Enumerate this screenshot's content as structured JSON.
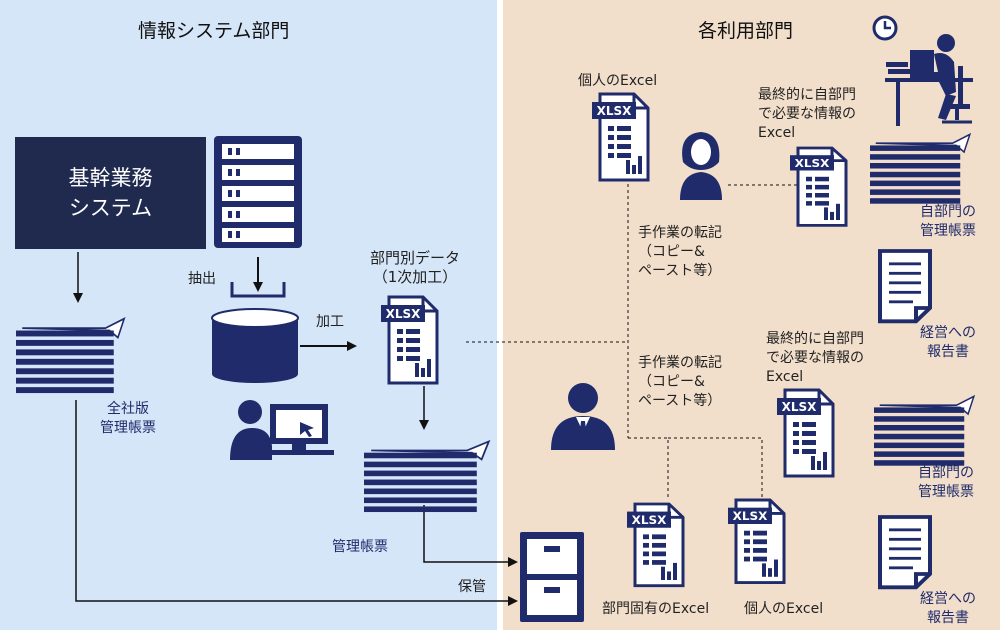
{
  "sections": {
    "left_title": "情報システム部門",
    "right_title": "各利用部門"
  },
  "core_system": {
    "line1": "基幹業務",
    "line2": "システム"
  },
  "labels": {
    "extract": "抽出",
    "process": "加工",
    "dept_data_line1": "部門別データ",
    "dept_data_line2": "（1次加工）",
    "companywide_line1": "全社版",
    "companywide_line2": "管理帳票",
    "mgmt_reports": "管理帳票",
    "storage": "保管",
    "personal_excel_top": "個人のExcel",
    "needed_info_1": [
      "最終的に自部門",
      "で必要な情報の",
      "Excel"
    ],
    "needed_info_2": [
      "最終的に自部門",
      "で必要な情報の",
      "Excel"
    ],
    "manual_1": [
      "手作業の転記",
      "（コピー&",
      "ペースト等）"
    ],
    "manual_2": [
      "手作業の転記",
      "（コピー&",
      "ペースト等）"
    ],
    "own_dept_mgmt_1": [
      "自部門の",
      "管理帳票"
    ],
    "own_dept_mgmt_2": [
      "自部門の",
      "管理帳票"
    ],
    "exec_report_1": [
      "経営への",
      "報告書"
    ],
    "exec_report_2": [
      "経営への",
      "報告書"
    ],
    "dept_specific_excel": "部門固有のExcel",
    "personal_excel_bottom": "個人のExcel",
    "xlsx": "XLSX"
  },
  "colors": {
    "left_panel": "#d6e6f9",
    "right_panel": "#f2dfcb",
    "navy": "#1f2b6b",
    "core_box": "#1f2a4e"
  },
  "icons": [
    "server-rack-icon",
    "database-icon",
    "operator-at-pc-icon",
    "paper-stack-icon",
    "xlsx-file-icon",
    "woman-user-icon",
    "man-user-icon",
    "clock-icon",
    "person-at-desk-icon",
    "report-document-icon",
    "file-cabinet-icon"
  ]
}
